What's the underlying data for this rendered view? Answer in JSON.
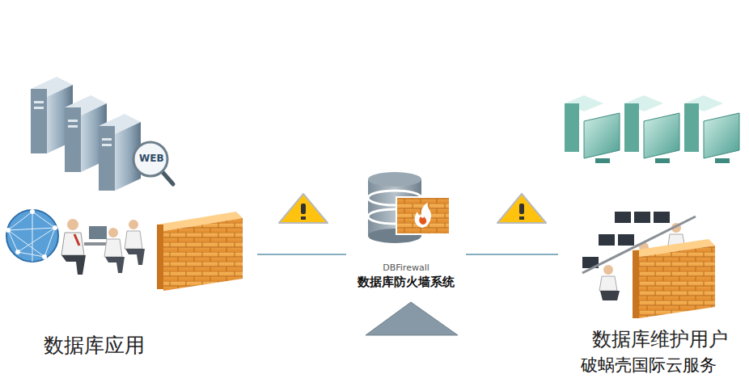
{
  "diagram": {
    "nodes": [
      {
        "text": [
          "数据库应用"
        ]
      },
      {
        "text": [
          "DBFirewall",
          "数据库防火墙系统"
        ]
      },
      {
        "text": [
          "数据库维护用户"
        ]
      }
    ],
    "edges": [
      {
        "from": 0,
        "to": 1,
        "arrow": "none"
      },
      {
        "from": 1,
        "to": 2,
        "arrow": "none"
      }
    ],
    "labels": [
      "WEB",
      "破蜗壳国际云服务"
    ]
  }
}
